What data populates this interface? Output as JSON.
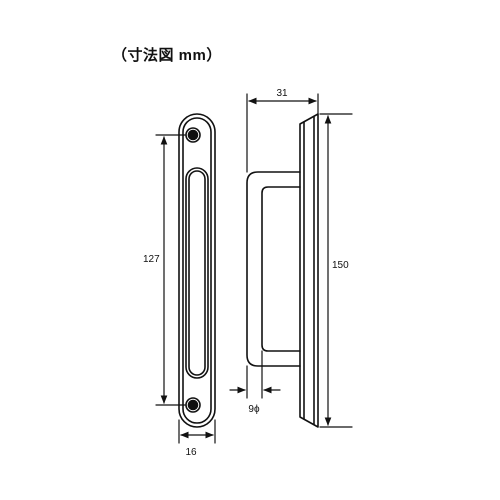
{
  "title": "（寸法図 mm）",
  "dimensions": {
    "hole_pitch": "127",
    "plate_width": "16",
    "depth": "31",
    "total_length": "150",
    "rod_diameter": "9ϕ"
  }
}
